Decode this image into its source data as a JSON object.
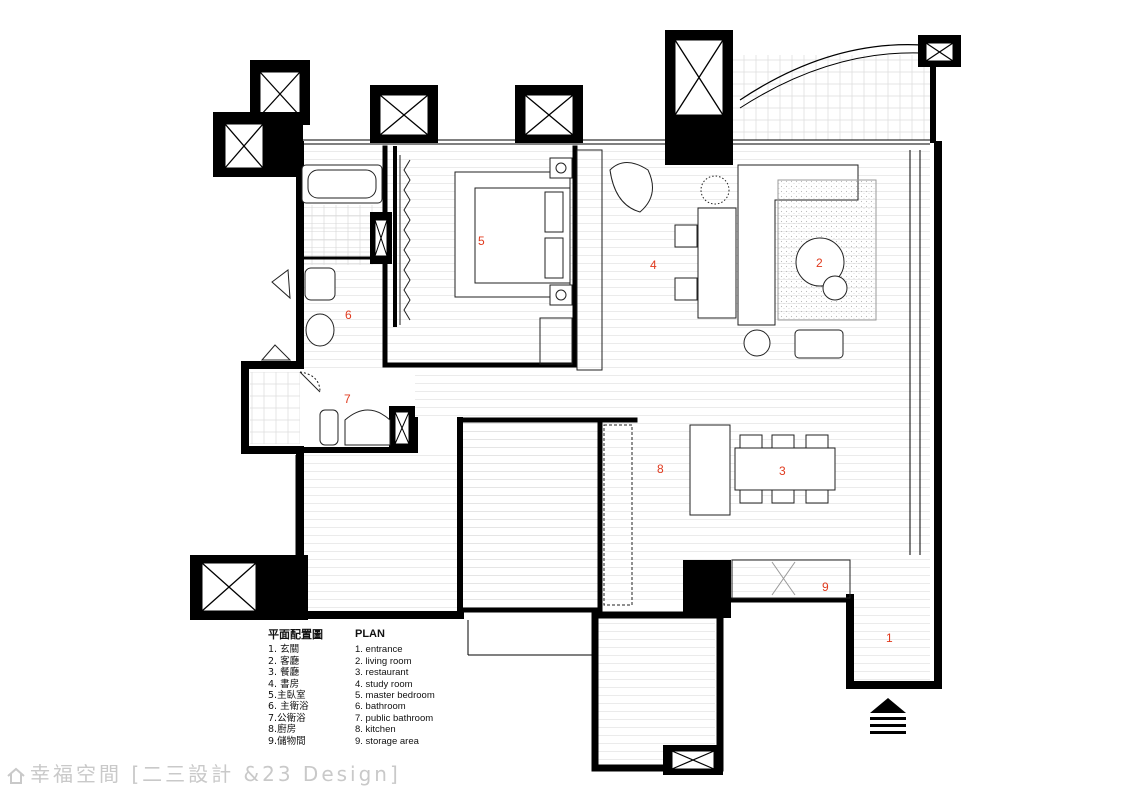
{
  "rooms": [
    {
      "number": "1",
      "label": "entrance"
    },
    {
      "number": "2",
      "label": "living room"
    },
    {
      "number": "3",
      "label": "restaurant"
    },
    {
      "number": "4",
      "label": "study room"
    },
    {
      "number": "5",
      "label": "master bedroom"
    },
    {
      "number": "6",
      "label": "bathroom"
    },
    {
      "number": "7",
      "label": "public bathroom"
    },
    {
      "number": "8",
      "label": "kitchen"
    },
    {
      "number": "9",
      "label": "storage area"
    }
  ],
  "legend_cn": {
    "title": "平面配置圖",
    "items": [
      "1. 玄關",
      "2. 客廳",
      "3. 餐廳",
      "4. 書房",
      "5.主臥室",
      "6. 主衛浴",
      "7.公衛浴",
      "8.廚房",
      "9.儲物間"
    ]
  },
  "legend_en": {
    "title": "PLAN",
    "items": [
      "1.  entrance",
      "2.  living room",
      "3.  restaurant",
      "4.  study room",
      "5.  master bedroom",
      "6.  bathroom",
      "7.  public bathroom",
      "8.  kitchen",
      "9.  storage area"
    ]
  },
  "watermark": "幸福空間 [二三設計 &23 Design]",
  "colors": {
    "wall": "#000000",
    "room_number": "#e03a1e",
    "floor_line": "#dddddd",
    "watermark": "#c9c9c9"
  }
}
